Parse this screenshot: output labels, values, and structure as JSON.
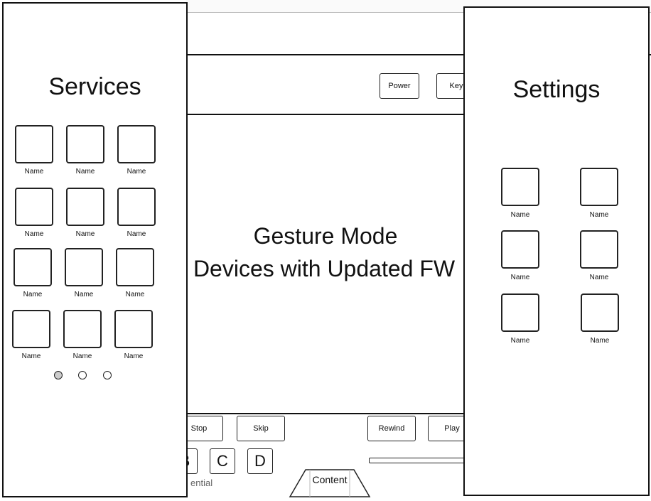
{
  "center": {
    "top_buttons": {
      "power": "Power",
      "key": "Key"
    },
    "gesture_title": "Gesture Mode",
    "gesture_subtitle": "Devices with Updated FW",
    "left_arrow": "<",
    "right_arrow": ">",
    "bottom_buttons": {
      "stop": "Stop",
      "skip": "Skip",
      "rewind": "Rewind",
      "play": "Play"
    },
    "letter_keys": [
      "B",
      "C",
      "D"
    ],
    "bottom_text": "ential",
    "content_tab": "Content"
  },
  "services": {
    "title": "Services",
    "items": [
      "Name",
      "Name",
      "Name",
      "Name",
      "Name",
      "Name",
      "Name",
      "Name",
      "Name",
      "Name",
      "Name",
      "Name"
    ],
    "page_dots": 3,
    "active_dot": 0
  },
  "settings": {
    "title": "Settings",
    "items": [
      "Name",
      "Name",
      "Name",
      "Name",
      "Name",
      "Name"
    ]
  },
  "colors": {
    "line": "#222222",
    "dot_active": "#cccccc",
    "gray_line": "#bbbbbb"
  }
}
